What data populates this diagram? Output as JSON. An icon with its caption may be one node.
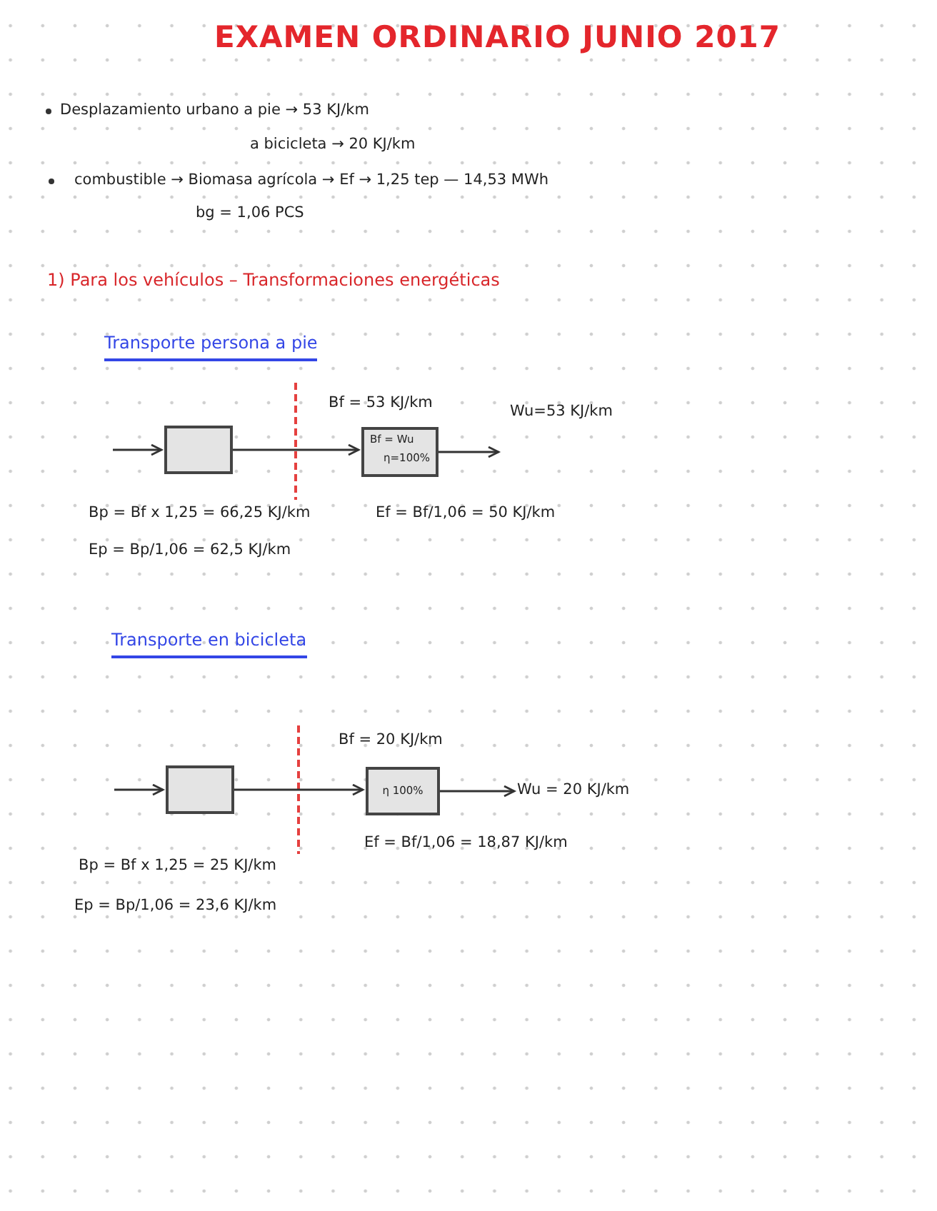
{
  "diagram": {
    "title": "EXAMEN ORDINARIO JUNIO 2017",
    "nodes": [
      {
        "text": [],
        "shape": "box"
      },
      {
        "text": [
          "Bf = Wu",
          "η=100%"
        ]
      },
      {
        "text": [],
        "shape": "box"
      },
      {
        "text": [
          "η 100%"
        ]
      },
      {
        "text": [
          "Wu = 20 KJ/km"
        ]
      }
    ],
    "edges": [
      {
        "from": null,
        "to": 0,
        "arrow": "to"
      },
      {
        "from": 0,
        "to": 1,
        "arrow": "to"
      },
      {
        "from": 1,
        "to": null,
        "arrow": "to"
      },
      {
        "from": null,
        "to": 2,
        "arrow": "to"
      },
      {
        "from": 2,
        "to": 3,
        "arrow": "to"
      },
      {
        "from": 3,
        "to": 4,
        "arrow": "to"
      }
    ],
    "labels": [
      "Desplazamiento urbano a pie → 53 KJ/km",
      "a bicicleta → 20 KJ/km",
      "combustible → Biomasa agrícola → Ef → 1,25 tep — 14,53 MWh",
      "bg = 1,06 PCS",
      "1) Para los vehículos – Transformaciones energéticas",
      "Transporte persona a pie",
      "Bf = 53 KJ/km",
      "Wu=53 KJ/km",
      "Bp = Bf x 1,25 = 66,25 KJ/km",
      "Ef = Bf/1,06 = 50 KJ/km",
      "Ep = Bp/1,06 = 62,5 KJ/km",
      "Transporte en bicicleta",
      "Bf = 20 KJ/km",
      "Ef = Bf/1,06 = 18,87 KJ/km",
      "Bp = Bf x 1,25 = 25 KJ/km",
      "Ep = Bp/1,06 = 23,6 KJ/km"
    ]
  }
}
